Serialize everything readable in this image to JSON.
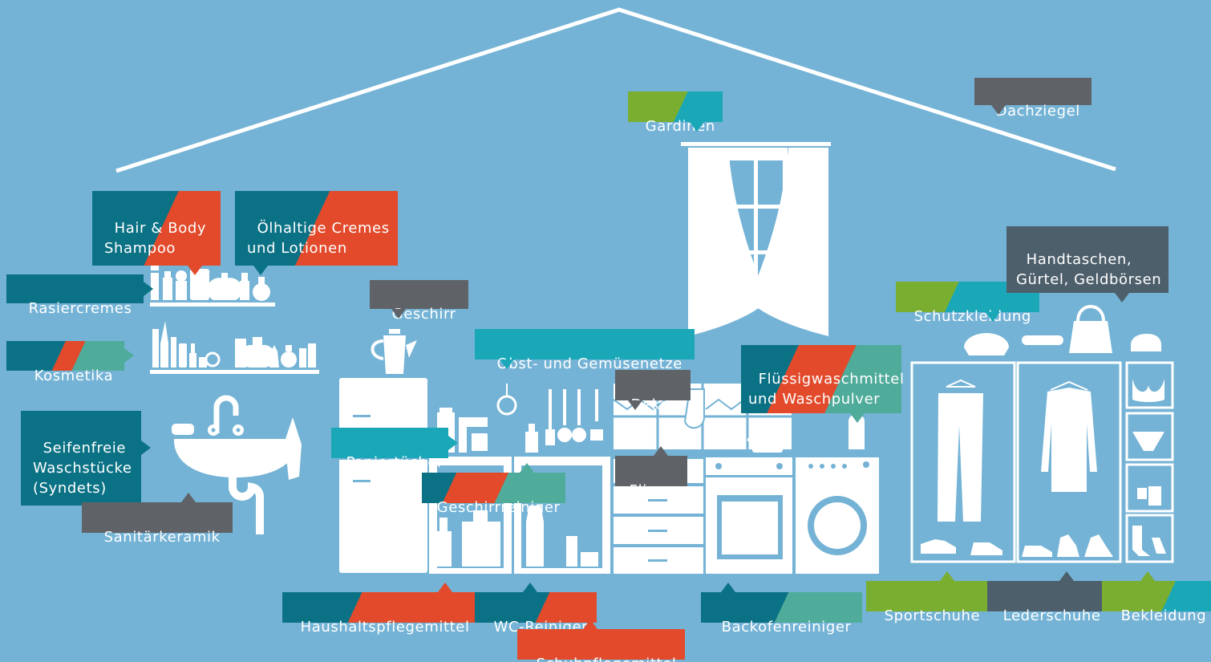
{
  "colors": {
    "background": "#74b3d5",
    "teal": "#0b7285",
    "red": "#e24a2b",
    "green": "#7aae31",
    "mint": "#4fab9a",
    "cyan": "#1aa8b8",
    "gray": "#5f6368",
    "slate": "#4d5f6b",
    "white": "#ffffff"
  },
  "labels": {
    "hair_body_shampoo": "Hair & Body\nShampoo",
    "oelhaltige_cremes": "Ölhaltige Cremes\nund Lotionen",
    "rasiercremes": "Rasiercremes",
    "kosmetika": "Kosmetika",
    "seifenfreie": "Seifenfreie\nWaschstücke\n(Syndets)",
    "sanitaerkeramik": "Sanitärkeramik",
    "geschirr": "Geschirr",
    "obst_gemuesenetze": "Obst- und Gemüsenetze",
    "papiertuecher": "Papiertücher",
    "geschirrreiniger": "Geschirrreiniger",
    "dekore": "Dekore",
    "fliesen": "Fliesen",
    "gardinen": "Gardinen",
    "dachziegel": "Dachziegel",
    "fluessigwaschmittel": "Flüssigwaschmittel\nund Waschpulver",
    "schutzkleidung": "Schutzkleidung",
    "handtaschen": "Handtaschen,\nGürtel, Geldbörsen",
    "haushaltspflegemittel": "Haushaltspflegemittel",
    "wc_reiniger": "WC-Reiniger",
    "schuhpflegemittel": "Schuhpflegemittel",
    "backofenreiniger": "Backofenreiniger",
    "sportschuhe": "Sportschuhe",
    "lederschuhe": "Lederschuhe",
    "bekleidung": "Bekleidung"
  }
}
